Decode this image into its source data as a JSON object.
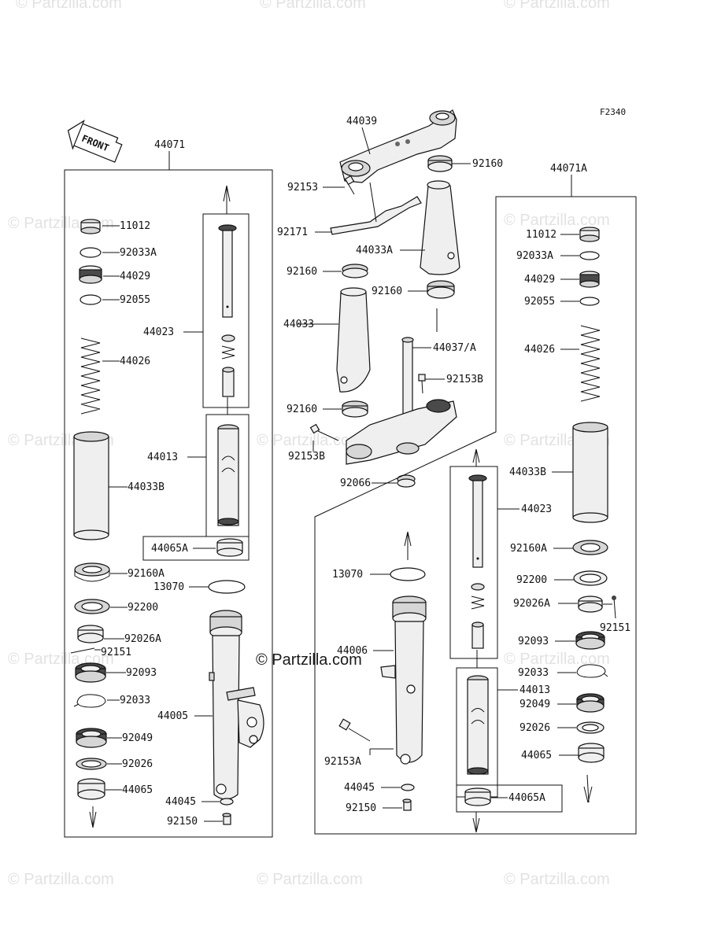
{
  "figure_code": "F2340",
  "watermark": {
    "text": "© Partzilla.com",
    "center_text": "© Partzilla.com"
  },
  "front_arrow": {
    "label": "FRONT"
  },
  "groups": [
    {
      "id": "left_assembly",
      "label": "44071"
    },
    {
      "id": "right_assembly",
      "label": "44071A"
    }
  ],
  "parts": [
    "11012",
    "92033A",
    "44029",
    "92055",
    "44026",
    "44033B",
    "44023",
    "44013",
    "44065A",
    "92160A",
    "13070",
    "92200",
    "92026A",
    "92151",
    "92093",
    "92033",
    "44005",
    "92049",
    "92026",
    "44065",
    "44045",
    "92150",
    "44039",
    "92160",
    "92153",
    "92171",
    "44033A",
    "44033",
    "44037/A",
    "92153B",
    "92066",
    "44006",
    "92153A"
  ],
  "labels": {
    "top_44039": "44039",
    "top_92160_a": "92160",
    "top_92153": "92153",
    "top_92171": "92171",
    "top_44033A": "44033A",
    "top_92160_b": "92160",
    "top_92160_c": "92160",
    "top_44033": "44033",
    "top_44037": "44037/A",
    "top_92153B_a": "92153B",
    "top_92160_d": "92160",
    "top_92153B_b": "92153B",
    "top_92066": "92066",
    "l_44071": "44071",
    "l_11012": "11012",
    "l_92033A": "92033A",
    "l_44029": "44029",
    "l_92055": "92055",
    "l_44026": "44026",
    "l_44033B": "44033B",
    "l_44023": "44023",
    "l_44013": "44013",
    "l_44065A": "44065A",
    "l_92160A": "92160A",
    "l_13070": "13070",
    "l_92200": "92200",
    "l_92026A": "92026A",
    "l_92151": "92151",
    "l_92093": "92093",
    "l_92033": "92033",
    "l_44005": "44005",
    "l_92049": "92049",
    "l_92026": "92026",
    "l_44065": "44065",
    "l_44045": "44045",
    "l_92150": "92150",
    "r_44071A": "44071A",
    "r_11012": "11012",
    "r_92033A": "92033A",
    "r_44029": "44029",
    "r_92055": "92055",
    "r_44026": "44026",
    "r_44033B": "44033B",
    "r_44023": "44023",
    "r_92160A": "92160A",
    "r_92200": "92200",
    "r_92026A": "92026A",
    "r_92151": "92151",
    "r_92093": "92093",
    "r_92033": "92033",
    "r_44013": "44013",
    "r_92049": "92049",
    "r_92026": "92026",
    "r_44065": "44065",
    "r_44065A": "44065A",
    "r_13070": "13070",
    "r_44006": "44006",
    "r_92153A": "92153A",
    "r_44045": "44045",
    "r_92150": "92150"
  }
}
